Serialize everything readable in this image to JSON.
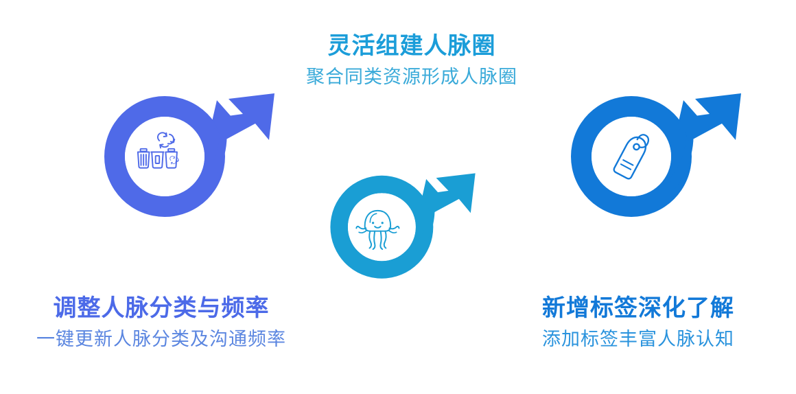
{
  "page": {
    "background_color": "#ffffff",
    "layout": "three-feature infographic with circular arrow icons"
  },
  "features": [
    {
      "id": "left",
      "title": "调整人脉分类与频率",
      "subtitle": "一键更新人脉分类及沟通频率",
      "title_color": "#4c6ae8",
      "subtitle_color": "#5b86e0",
      "ring_color": "#4f6ae8",
      "icon_name": "recycle-bins-icon",
      "icon_description": "三个分类垃圾桶与回收标志"
    },
    {
      "id": "center",
      "title": "灵活组建人脉圈",
      "subtitle": "聚合同类资源形成人脉圈",
      "title_color": "#1b9dd9",
      "subtitle_color": "#3aaad9",
      "ring_color": "#1a9ed4",
      "icon_name": "octopus-icon",
      "icon_description": "微笑的章鱼"
    },
    {
      "id": "right",
      "title": "新增标签深化了解",
      "subtitle": "添加标签丰富人脉认知",
      "title_color": "#1279d8",
      "subtitle_color": "#2a93dd",
      "ring_color": "#1279d8",
      "icon_name": "price-tag-icon",
      "icon_description": "倾斜的标签吊牌"
    }
  ]
}
